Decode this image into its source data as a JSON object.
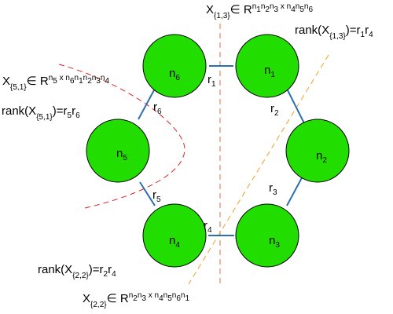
{
  "colors": {
    "node_fill": "#22dd00",
    "edge": "#2a6fb0",
    "cut_dashed_red": "#e02020",
    "cut_dashed_orange": "#f0a020",
    "cut_dashed_vertical": "#e07040"
  },
  "nodes": {
    "n1": {
      "base": "n",
      "sub": "1"
    },
    "n2": {
      "base": "n",
      "sub": "2"
    },
    "n3": {
      "base": "n",
      "sub": "3"
    },
    "n4": {
      "base": "n",
      "sub": "4"
    },
    "n5": {
      "base": "n",
      "sub": "5"
    },
    "n6": {
      "base": "n",
      "sub": "6"
    }
  },
  "edges": {
    "r1": {
      "base": "r",
      "sub": "1"
    },
    "r2": {
      "base": "r",
      "sub": "2"
    },
    "r3": {
      "base": "r",
      "sub": "3"
    },
    "r4": {
      "base": "r",
      "sub": "4"
    },
    "r5": {
      "base": "r",
      "sub": "5"
    },
    "r6": {
      "base": "r",
      "sub": "6"
    }
  },
  "annotations": {
    "x13": {
      "base": "X",
      "sub": "{1,3}",
      "mid": "∈ R",
      "sup1": "n",
      "sub1": "1",
      "sup2": "n",
      "sub2": "2",
      "sup3": "n",
      "sub3": "3",
      "times": " x ",
      "sup4": "n",
      "sub4": "4",
      "sup5": "n",
      "sub5": "5",
      "sup6": "n",
      "sub6": "6"
    },
    "rank13": {
      "pre": "rank(X",
      "sub": "{1,3}",
      "post": ")=r",
      "s1": "1",
      "mid": "r",
      "s2": "4"
    },
    "x51": {
      "base": "X",
      "sub": "{5,1}",
      "mid": "∈ R",
      "sup1": "n",
      "sub1": "5",
      "times": " x ",
      "sup2": "n",
      "sub2": "6",
      "sup3": "n",
      "sub3": "1",
      "sup4": "n",
      "sub4": "2",
      "sup5": "n",
      "sub5": "3",
      "sup6": "n",
      "sub6": "4"
    },
    "rank51": {
      "pre": "rank(X",
      "sub": "{5,1}",
      "post": ")=r",
      "s1": "5",
      "mid": "r",
      "s2": "6"
    },
    "rank22": {
      "pre": "rank(X",
      "sub": "{2,2}",
      "post": ")=r",
      "s1": "2",
      "mid": "r",
      "s2": "4"
    },
    "x22": {
      "base": "X",
      "sub": "{2,2}",
      "mid": "∈ R",
      "sup1": "n",
      "sub1": "2",
      "sup2": "n",
      "sub2": "3",
      "times": " x ",
      "sup3": "n",
      "sub3": "4",
      "sup4": "n",
      "sub4": "5",
      "sup5": "n",
      "sub5": "6",
      "sup6": "n",
      "sub6": "1"
    }
  }
}
